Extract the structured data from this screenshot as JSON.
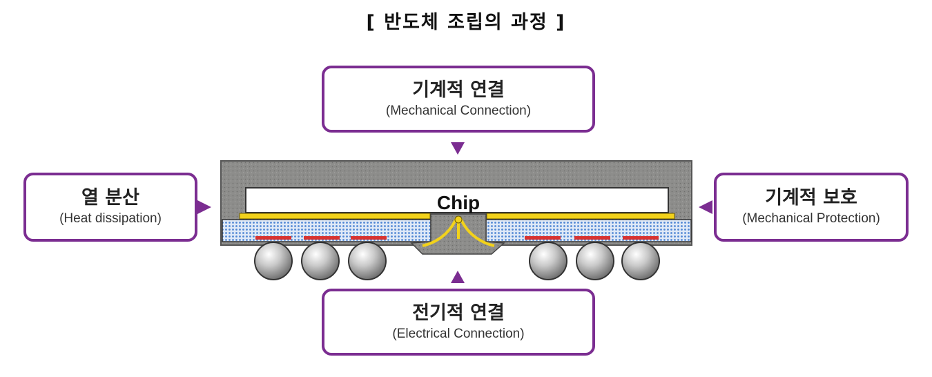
{
  "title": "[ 반도체 조립의 과정 ]",
  "callouts": {
    "top": {
      "ko": "기계적 연결",
      "en": "(Mechanical Connection)"
    },
    "left": {
      "ko": "열 분산",
      "en": "(Heat dissipation)"
    },
    "right": {
      "ko": "기계적 보호",
      "en": "(Mechanical Protection)"
    },
    "bottom": {
      "ko": "전기적 연결",
      "en": "(Electrical Connection)"
    }
  },
  "package": {
    "chip_label": "Chip"
  },
  "colors": {
    "accent": "#7b2d91",
    "mold": "#8a8a88",
    "substrate": "#5b8fd6",
    "lead": "#f2d21b",
    "pad": "#d8322f",
    "ball": "#a9a9a9"
  }
}
